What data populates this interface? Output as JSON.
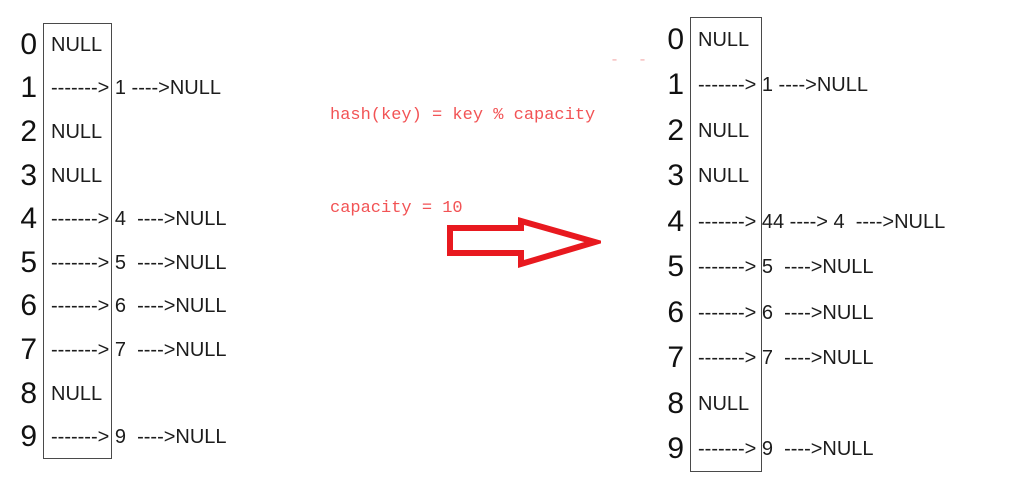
{
  "annotation": {
    "line1": "hash(key) = key % capacity",
    "line2": "capacity = 10",
    "text_color": "#f25355"
  },
  "transform_arrow": {
    "direction": "right",
    "stroke_color": "#e8191f"
  },
  "stray_mark": "- -",
  "tables": [
    {
      "id": "left",
      "rows": [
        {
          "index": "0",
          "text": "NULL"
        },
        {
          "index": "1",
          "text": "-------> 1 ---->NULL"
        },
        {
          "index": "2",
          "text": "NULL"
        },
        {
          "index": "3",
          "text": "NULL"
        },
        {
          "index": "4",
          "text": "-------> 4  ---->NULL"
        },
        {
          "index": "5",
          "text": "-------> 5  ---->NULL"
        },
        {
          "index": "6",
          "text": "-------> 6  ---->NULL"
        },
        {
          "index": "7",
          "text": "-------> 7  ---->NULL"
        },
        {
          "index": "8",
          "text": "NULL"
        },
        {
          "index": "9",
          "text": "-------> 9  ---->NULL"
        }
      ]
    },
    {
      "id": "right",
      "rows": [
        {
          "index": "0",
          "text": "NULL"
        },
        {
          "index": "1",
          "text": "-------> 1 ---->NULL"
        },
        {
          "index": "2",
          "text": "NULL"
        },
        {
          "index": "3",
          "text": "NULL"
        },
        {
          "index": "4",
          "text": "-------> 44 ----> 4  ---->NULL"
        },
        {
          "index": "5",
          "text": "-------> 5  ---->NULL"
        },
        {
          "index": "6",
          "text": "-------> 6  ---->NULL"
        },
        {
          "index": "7",
          "text": "-------> 7  ---->NULL"
        },
        {
          "index": "8",
          "text": "NULL"
        },
        {
          "index": "9",
          "text": "-------> 9  ---->NULL"
        }
      ]
    }
  ]
}
